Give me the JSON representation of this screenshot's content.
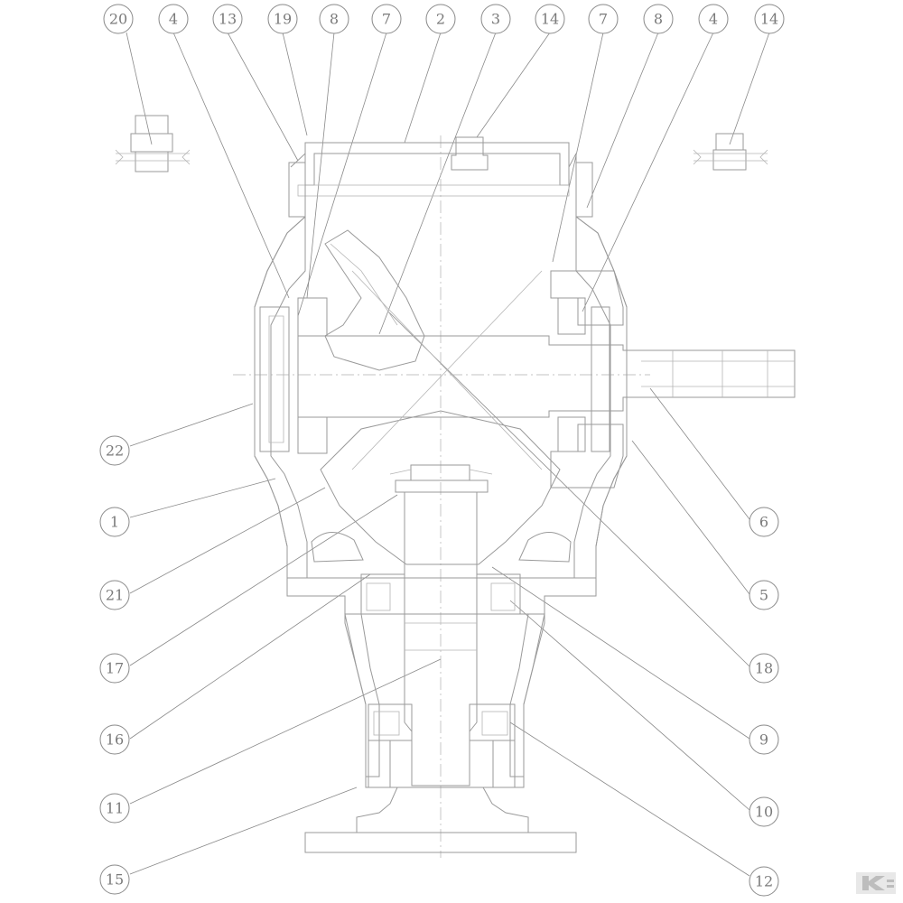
{
  "labels": {
    "top": [
      "20",
      "4",
      "13",
      "19",
      "8",
      "7",
      "2",
      "3",
      "14",
      "7",
      "8",
      "4",
      "14"
    ],
    "left": [
      "22",
      "1",
      "21",
      "17",
      "16",
      "11",
      "15"
    ],
    "right": [
      "6",
      "5",
      "18",
      "9",
      "10",
      "12"
    ]
  },
  "brand_mark": "K"
}
